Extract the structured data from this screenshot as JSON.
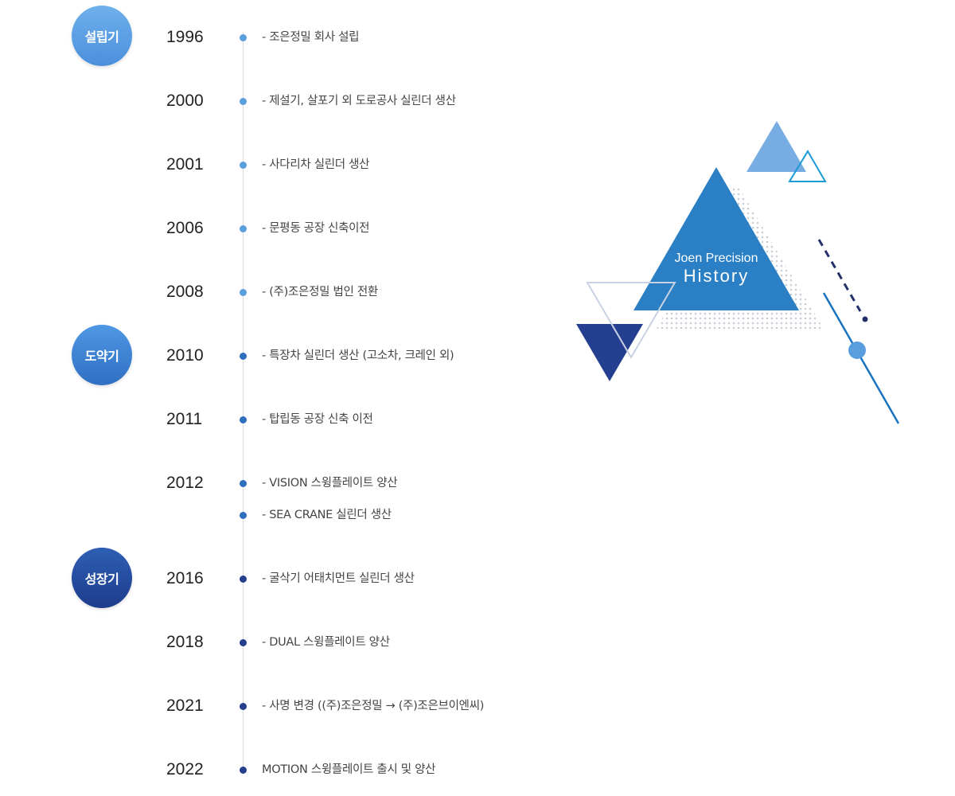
{
  "stages": [
    {
      "label": "설립기"
    },
    {
      "label": "도약기"
    },
    {
      "label": "성장기"
    }
  ],
  "timeline": [
    {
      "year": "1996",
      "event": "- 조은정밀 회사 설립"
    },
    {
      "year": "2000",
      "event": "- 제설기, 살포기 외 도로공사 실린더 생산"
    },
    {
      "year": "2001",
      "event": "- 사다리차 실린더 생산"
    },
    {
      "year": "2006",
      "event": "- 문평동 공장 신축이전"
    },
    {
      "year": "2008",
      "event": "- (주)조은정밀 법인 전환"
    },
    {
      "year": "2010",
      "event": "- 특장차 실린더 생산 (고소차, 크레인 외)"
    },
    {
      "year": "2011",
      "event": "- 탑립동 공장 신축 이전"
    },
    {
      "year": "2012",
      "event": "- VISION 스윙플레이트 양산"
    },
    {
      "year": "",
      "event": "- SEA CRANE 실린더 생산"
    },
    {
      "year": "2016",
      "event": "- 굴삭기 어태치먼트 실린더 생산"
    },
    {
      "year": "2018",
      "event": "- DUAL 스윙플레이트 양산"
    },
    {
      "year": "2021",
      "event": "- 사명 변경 ((주)조은정밀 → (주)조은브이엔씨)"
    },
    {
      "year": "2022",
      "event": "MOTION 스윙플레이트 출시 및 양산"
    }
  ],
  "graphic": {
    "line1": "Joen Precision",
    "line2": "History"
  },
  "colors": {
    "stage_early": "#5aa0dc",
    "stage_mid": "#2f6fc0",
    "stage_late": "#243f8e",
    "triangle_main": "#2b7fc4"
  }
}
